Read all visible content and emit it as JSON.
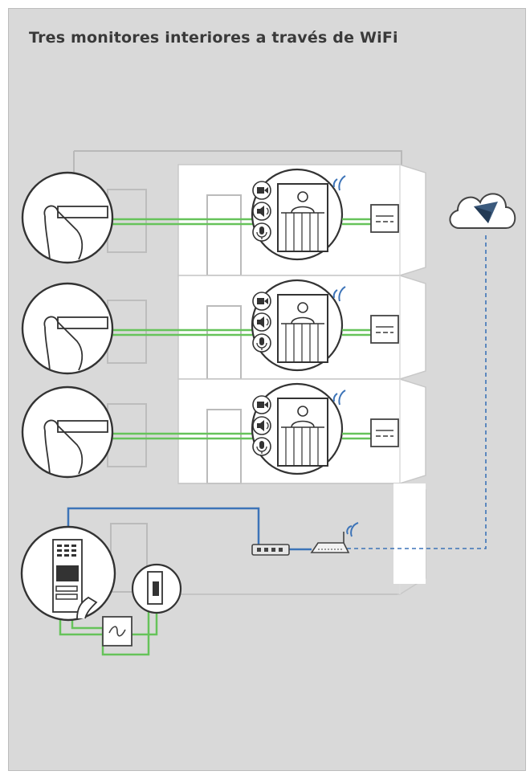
{
  "title": "Tres monitores interiores a través de WiFi",
  "colors": {
    "background": "#d9d9d9",
    "wire_green": "#66c35a",
    "wire_blue": "#3d74b8",
    "wifi_blue": "#3d74b8",
    "cloud_mark": "#3b5a7d",
    "line": "#555555"
  },
  "floors": [
    {
      "name": "floor-top",
      "monitor_icons": [
        "camera-icon",
        "speaker-icon",
        "microphone-icon"
      ]
    },
    {
      "name": "floor-middle",
      "monitor_icons": [
        "camera-icon",
        "speaker-icon",
        "microphone-icon"
      ]
    },
    {
      "name": "floor-bottom",
      "monitor_icons": [
        "camera-icon",
        "speaker-icon",
        "microphone-icon"
      ]
    }
  ],
  "icons": {
    "doorbell": "hand-press-doorbell-icon",
    "outdoor_panel": "outdoor-intercom-panel-icon",
    "door_lock": "door-lock-icon",
    "power_supply": "power-supply-icon",
    "switch": "network-switch-icon",
    "router": "wifi-router-icon",
    "cloud": "cloud-service-icon"
  }
}
